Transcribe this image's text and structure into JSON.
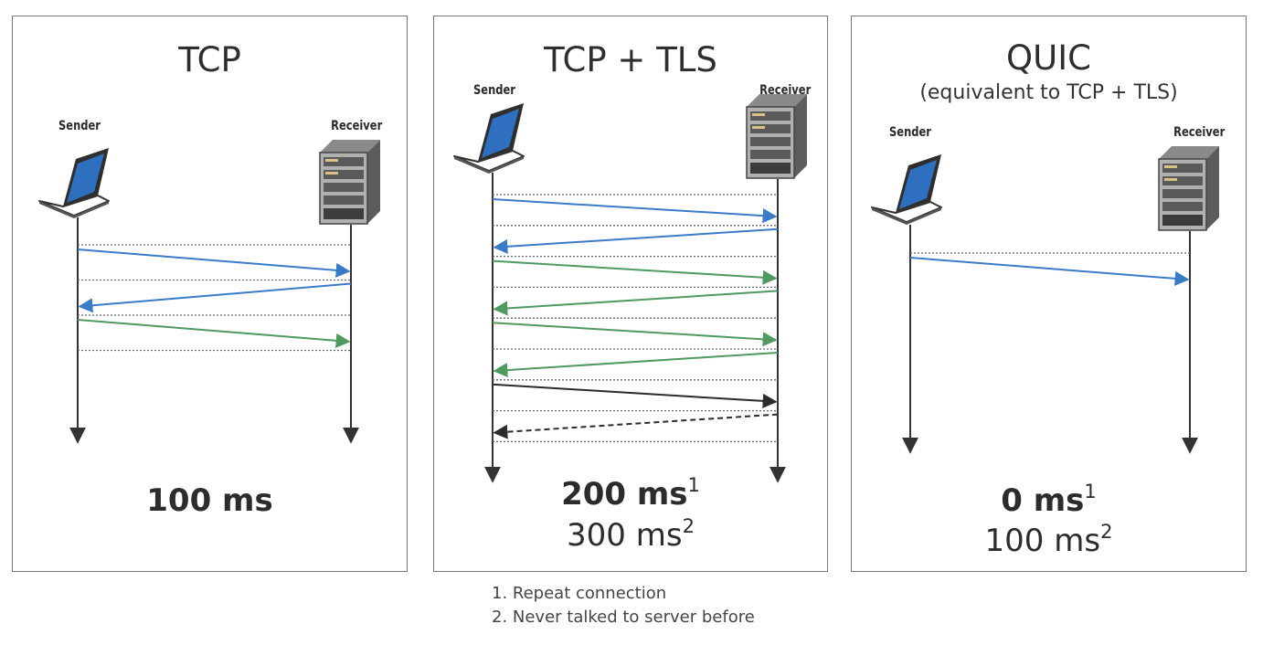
{
  "panels": [
    {
      "id": "tcp",
      "title": "TCP",
      "subtitle": "",
      "sender_label": "Sender",
      "receiver_label": "Receiver",
      "latency_primary": "100 ms",
      "latency_primary_note": "",
      "latency_secondary": "",
      "latency_secondary_note": "",
      "messages": [
        {
          "direction": "to-receiver",
          "color": "blue",
          "style": "solid"
        },
        {
          "direction": "to-sender",
          "color": "blue",
          "style": "solid"
        },
        {
          "direction": "to-receiver",
          "color": "green",
          "style": "solid"
        }
      ]
    },
    {
      "id": "tls",
      "title": "TCP + TLS",
      "subtitle": "",
      "sender_label": "Sender",
      "receiver_label": "Receiver",
      "latency_primary": "200 ms",
      "latency_primary_note": "1",
      "latency_secondary": "300 ms",
      "latency_secondary_note": "2",
      "messages": [
        {
          "direction": "to-receiver",
          "color": "blue",
          "style": "solid"
        },
        {
          "direction": "to-sender",
          "color": "blue",
          "style": "solid"
        },
        {
          "direction": "to-receiver",
          "color": "green",
          "style": "solid"
        },
        {
          "direction": "to-sender",
          "color": "green",
          "style": "solid"
        },
        {
          "direction": "to-receiver",
          "color": "green",
          "style": "solid"
        },
        {
          "direction": "to-sender",
          "color": "green",
          "style": "solid"
        },
        {
          "direction": "to-receiver",
          "color": "black",
          "style": "solid"
        },
        {
          "direction": "to-sender",
          "color": "black",
          "style": "dashed"
        }
      ]
    },
    {
      "id": "quic",
      "title": "QUIC",
      "subtitle": "(equivalent to TCP + TLS)",
      "sender_label": "Sender",
      "receiver_label": "Receiver",
      "latency_primary": "0 ms",
      "latency_primary_note": "1",
      "latency_secondary": "100 ms",
      "latency_secondary_note": "2",
      "messages": [
        {
          "direction": "to-receiver",
          "color": "blue",
          "style": "solid"
        }
      ]
    }
  ],
  "footnotes": [
    "1. Repeat connection",
    "2. Never talked to server before"
  ],
  "colors": {
    "blue": "#3a7bc8",
    "green": "#4e9a60",
    "black": "#2b2b2b",
    "dotted_line": "#666666",
    "panel_border": "#777777",
    "laptop_screen": "#2f6fc0"
  }
}
